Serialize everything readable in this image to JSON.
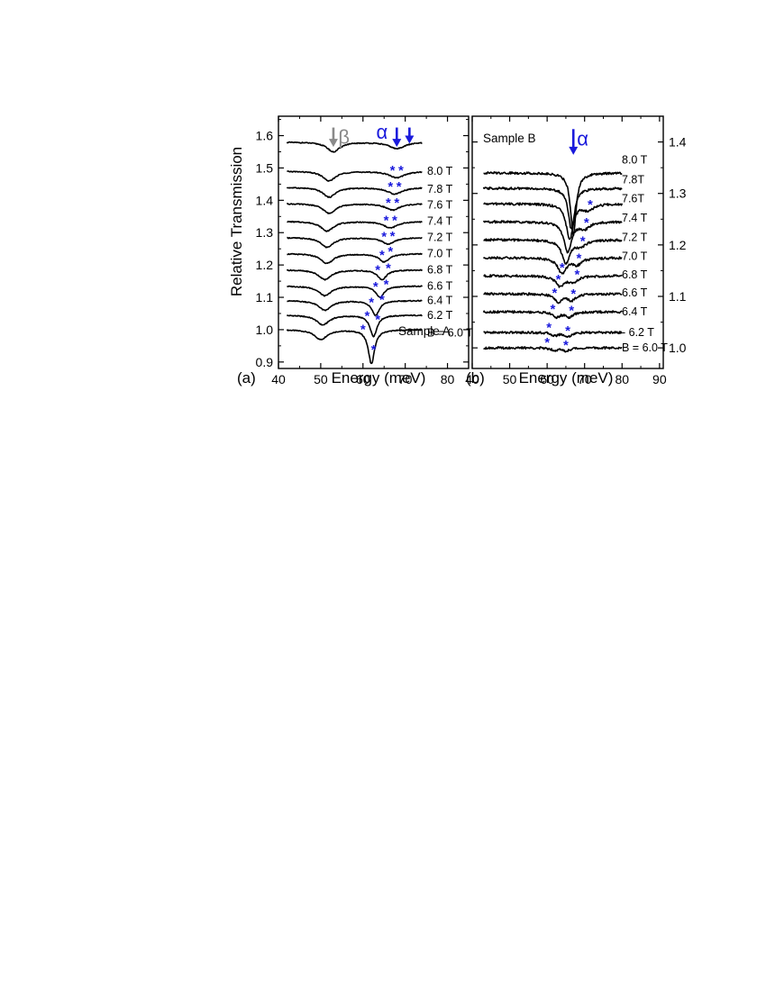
{
  "colors": {
    "curve": "#000000",
    "alpha": "#1a1adc",
    "beta": "#8a8a8a",
    "star": "#1a1adc"
  },
  "y_axis_title": "Relative Transmission",
  "panels": [
    {
      "letter": "(a)",
      "sample_label": "Sample A",
      "xlabel": "Energy (meV)",
      "chart_data": {
        "type": "line",
        "xlabel": "Energy (meV)",
        "ylabel": "Relative Transmission",
        "xlim": [
          40,
          85
        ],
        "ylim": [
          0.88,
          1.66
        ],
        "x_ticks": [
          "40",
          "50",
          "60",
          "70",
          "80"
        ],
        "y_ticks": [
          "0.9",
          "1.0",
          "1.1",
          "1.2",
          "1.3",
          "1.4",
          "1.5",
          "1.6"
        ],
        "y_axis_side": "left",
        "x_range": [
          42,
          74
        ],
        "series": [
          {
            "name": "B = 6.0 T",
            "base": 1.0,
            "dips": [
              [
                50.0,
                0.03,
                1.8
              ],
              [
                62.0,
                0.105,
                0.9
              ]
            ],
            "stars": [
              60.0,
              62.5
            ],
            "label_y": 0.99
          },
          {
            "name": "6.2 T",
            "base": 1.045,
            "dips": [
              [
                50.5,
                0.03,
                1.8
              ],
              [
                62.5,
                0.065,
                1.0
              ]
            ],
            "stars": [
              61.0,
              63.5
            ],
            "label_y": 1.045
          },
          {
            "name": "6.4 T",
            "base": 1.09,
            "dips": [
              [
                51.0,
                0.03,
                1.8
              ],
              [
                63.0,
                0.045,
                1.1
              ]
            ],
            "stars": [
              62.0,
              64.5
            ],
            "label_y": 1.09
          },
          {
            "name": "6.6 T",
            "base": 1.135,
            "dips": [
              [
                51.0,
                0.03,
                1.8
              ],
              [
                64.0,
                0.035,
                1.2
              ]
            ],
            "stars": [
              63.0,
              65.5
            ],
            "label_y": 1.135
          },
          {
            "name": "6.8 T",
            "base": 1.185,
            "dips": [
              [
                51.0,
                0.03,
                1.8
              ],
              [
                64.5,
                0.03,
                1.3
              ]
            ],
            "stars": [
              63.5,
              66.0
            ],
            "label_y": 1.185
          },
          {
            "name": "7.0 T",
            "base": 1.235,
            "dips": [
              [
                51.5,
                0.03,
                1.8
              ],
              [
                65.0,
                0.025,
                1.5
              ]
            ],
            "stars": [
              64.5,
              66.5
            ],
            "label_y": 1.235
          },
          {
            "name": "7.2 T",
            "base": 1.285,
            "dips": [
              [
                51.5,
                0.03,
                1.8
              ],
              [
                66.0,
                0.02,
                1.8
              ]
            ],
            "stars": [
              65.0,
              67.0
            ],
            "label_y": 1.285
          },
          {
            "name": "7.4 T",
            "base": 1.335,
            "dips": [
              [
                51.5,
                0.03,
                1.8
              ],
              [
                66.5,
                0.02,
                2.0
              ]
            ],
            "stars": [
              65.5,
              67.5
            ],
            "label_y": 1.335
          },
          {
            "name": "7.6 T",
            "base": 1.39,
            "dips": [
              [
                52.0,
                0.03,
                1.8
              ],
              [
                67.0,
                0.02,
                2.0
              ]
            ],
            "stars": [
              66.0,
              68.0
            ],
            "label_y": 1.385
          },
          {
            "name": "7.8 T",
            "base": 1.44,
            "dips": [
              [
                52.0,
                0.03,
                1.8
              ],
              [
                67.5,
                0.02,
                2.2
              ]
            ],
            "stars": [
              66.5,
              68.5
            ],
            "label_y": 1.435
          },
          {
            "name": "8.0 T",
            "base": 1.49,
            "dips": [
              [
                52.0,
                0.03,
                1.8
              ],
              [
                68.0,
                0.02,
                2.2
              ]
            ],
            "stars": [
              67.0,
              69.0
            ],
            "label_y": 1.49
          },
          {
            "name": "",
            "base": 1.58,
            "dips": [
              [
                53.0,
                0.03,
                1.8
              ],
              [
                68.0,
                0.02,
                2.2
              ]
            ],
            "stars": [],
            "label_y": 1.58
          }
        ],
        "annotations": [
          {
            "kind": "arrow",
            "color": "beta",
            "x": 53.0,
            "y_top": 1.625,
            "y_bottom": 1.565
          },
          {
            "kind": "greek",
            "text": "β",
            "color": "beta",
            "x": 55.5,
            "y": 1.595
          },
          {
            "kind": "greek",
            "text": "α",
            "color": "alpha",
            "x": 64.5,
            "y": 1.61
          },
          {
            "kind": "arrow",
            "color": "alpha",
            "x": 68.0,
            "y_top": 1.625,
            "y_bottom": 1.565
          },
          {
            "kind": "arrow",
            "color": "alpha",
            "x": 71.0,
            "y_top": 1.625,
            "y_bottom": 1.575
          }
        ]
      }
    },
    {
      "letter": "(b)",
      "sample_label": "Sample B",
      "xlabel": "Energy (meV)",
      "chart_data": {
        "type": "line",
        "xlabel": "Energy (meV)",
        "ylabel": "Relative Transmission",
        "xlim": [
          40,
          91
        ],
        "ylim": [
          0.96,
          1.45
        ],
        "x_ticks": [
          "40",
          "50",
          "60",
          "70",
          "80",
          "90"
        ],
        "y_ticks": [
          "1.0",
          "1.1",
          "1.2",
          "1.3",
          "1.4"
        ],
        "y_axis_side": "right",
        "x_range": [
          43,
          80
        ],
        "series": [
          {
            "name": "B = 6.0 T",
            "base": 1.0,
            "dips": [
              [
                62.0,
                0.004,
                1.0
              ],
              [
                65.0,
                0.006,
                1.2
              ]
            ],
            "stars": [
              60.0,
              65.0
            ],
            "label_y": 1.0
          },
          {
            "name": "- 6.2 T",
            "base": 1.03,
            "dips": [
              [
                62.0,
                0.006,
                1.0
              ],
              [
                65.5,
                0.008,
                1.2
              ]
            ],
            "stars": [
              60.5,
              65.5
            ],
            "label_y": 1.03
          },
          {
            "name": "6.4 T",
            "base": 1.07,
            "dips": [
              [
                62.5,
                0.01,
                1.2
              ],
              [
                66.0,
                0.01,
                1.2
              ]
            ],
            "stars": [
              61.5,
              66.5
            ],
            "label_y": 1.07
          },
          {
            "name": "6.6 T",
            "base": 1.105,
            "dips": [
              [
                63.0,
                0.015,
                1.3
              ],
              [
                66.5,
                0.012,
                1.3
              ]
            ],
            "stars": [
              62.0,
              67.0
            ],
            "label_y": 1.107
          },
          {
            "name": "6.8 T",
            "base": 1.14,
            "dips": [
              [
                63.5,
                0.02,
                1.4
              ],
              [
                67.0,
                0.012,
                1.4
              ]
            ],
            "stars": [
              63.0,
              68.0
            ],
            "label_y": 1.142
          },
          {
            "name": "7.0 T",
            "base": 1.175,
            "dips": [
              [
                64.0,
                0.03,
                1.4
              ],
              [
                68.0,
                0.012,
                1.4
              ]
            ],
            "stars": [
              64.0,
              68.5
            ],
            "label_y": 1.178
          },
          {
            "name": "7.2 T",
            "base": 1.21,
            "dips": [
              [
                65.0,
                0.045,
                1.3
              ],
              [
                69.0,
                0.012,
                1.5
              ]
            ],
            "stars": [
              69.5
            ],
            "label_y": 1.215
          },
          {
            "name": "7.4 T",
            "base": 1.245,
            "dips": [
              [
                65.5,
                0.06,
                1.2
              ],
              [
                70.0,
                0.012,
                1.5
              ]
            ],
            "stars": [
              70.5
            ],
            "label_y": 1.252
          },
          {
            "name": "7.6T",
            "base": 1.28,
            "dips": [
              [
                66.0,
                0.07,
                1.1
              ],
              [
                71.0,
                0.012,
                1.5
              ]
            ],
            "stars": [
              71.5
            ],
            "label_y": 1.29
          },
          {
            "name": "7.8T",
            "base": 1.31,
            "dips": [
              [
                66.5,
                0.08,
                1.0
              ]
            ],
            "stars": [],
            "label_y": 1.327
          },
          {
            "name": "8.0 T",
            "base": 1.34,
            "dips": [
              [
                67.0,
                0.12,
                0.9
              ]
            ],
            "stars": [],
            "label_y": 1.365
          }
        ],
        "annotations": [
          {
            "kind": "arrow",
            "color": "alpha",
            "x": 67.0,
            "y_top": 1.425,
            "y_bottom": 1.375
          },
          {
            "kind": "greek",
            "text": "α",
            "color": "alpha",
            "x": 69.5,
            "y": 1.405
          }
        ]
      }
    }
  ]
}
